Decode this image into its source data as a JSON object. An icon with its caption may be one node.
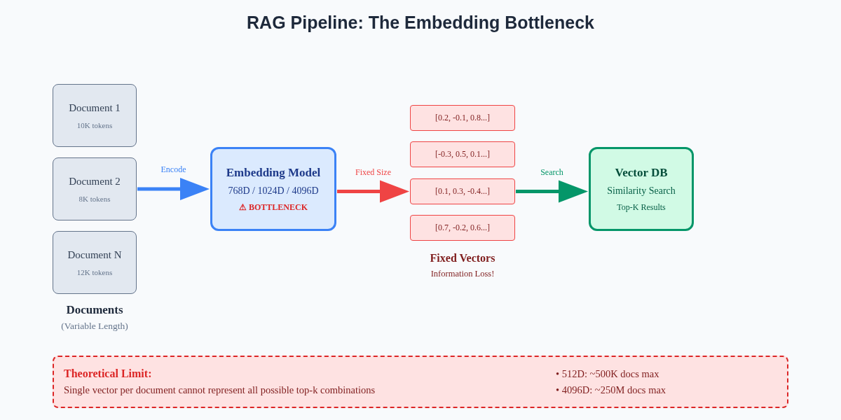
{
  "diagram": {
    "title": "RAG Pipeline: The Embedding Bottleneck",
    "nodes": [
      {
        "text": [
          "Document 1",
          "10K tokens"
        ]
      },
      {
        "text": [
          "Document 2",
          "8K tokens"
        ]
      },
      {
        "text": [
          "Document N",
          "12K tokens"
        ]
      },
      {
        "text": [
          "Embedding Model",
          "768D / 1024D / 4096D",
          "⚠ BOTTLENECK"
        ]
      },
      {
        "text": [
          "[0.2, -0.1, 0.8...]"
        ]
      },
      {
        "text": [
          "[-0.3, 0.5, 0.1...]"
        ]
      },
      {
        "text": [
          "[0.1, 0.3, -0.4...]"
        ]
      },
      {
        "text": [
          "[0.7, -0.2, 0.6...]"
        ]
      },
      {
        "text": [
          "Vector DB",
          "Similarity Search",
          "Top-K Results"
        ]
      },
      {
        "text": [
          "Theoretical Limit:",
          "• 512D: ~500K docs max",
          "Single vector per document cannot represent all possible top-k combinations",
          "• 4096D: ~250M docs max"
        ]
      }
    ],
    "edges": [
      {
        "from": 1,
        "to": 3,
        "arrow": "to",
        "label": "Encode",
        "color": "#3b82f6"
      },
      {
        "from": 3,
        "to": 6,
        "arrow": "to",
        "label": "Fixed Size",
        "color": "#ef4444"
      },
      {
        "from": 6,
        "to": 8,
        "arrow": "to",
        "label": "Search",
        "color": "#059669"
      }
    ],
    "labels": [
      "Documents",
      "(Variable Length)",
      "Fixed Vectors",
      "Information Loss!"
    ]
  }
}
